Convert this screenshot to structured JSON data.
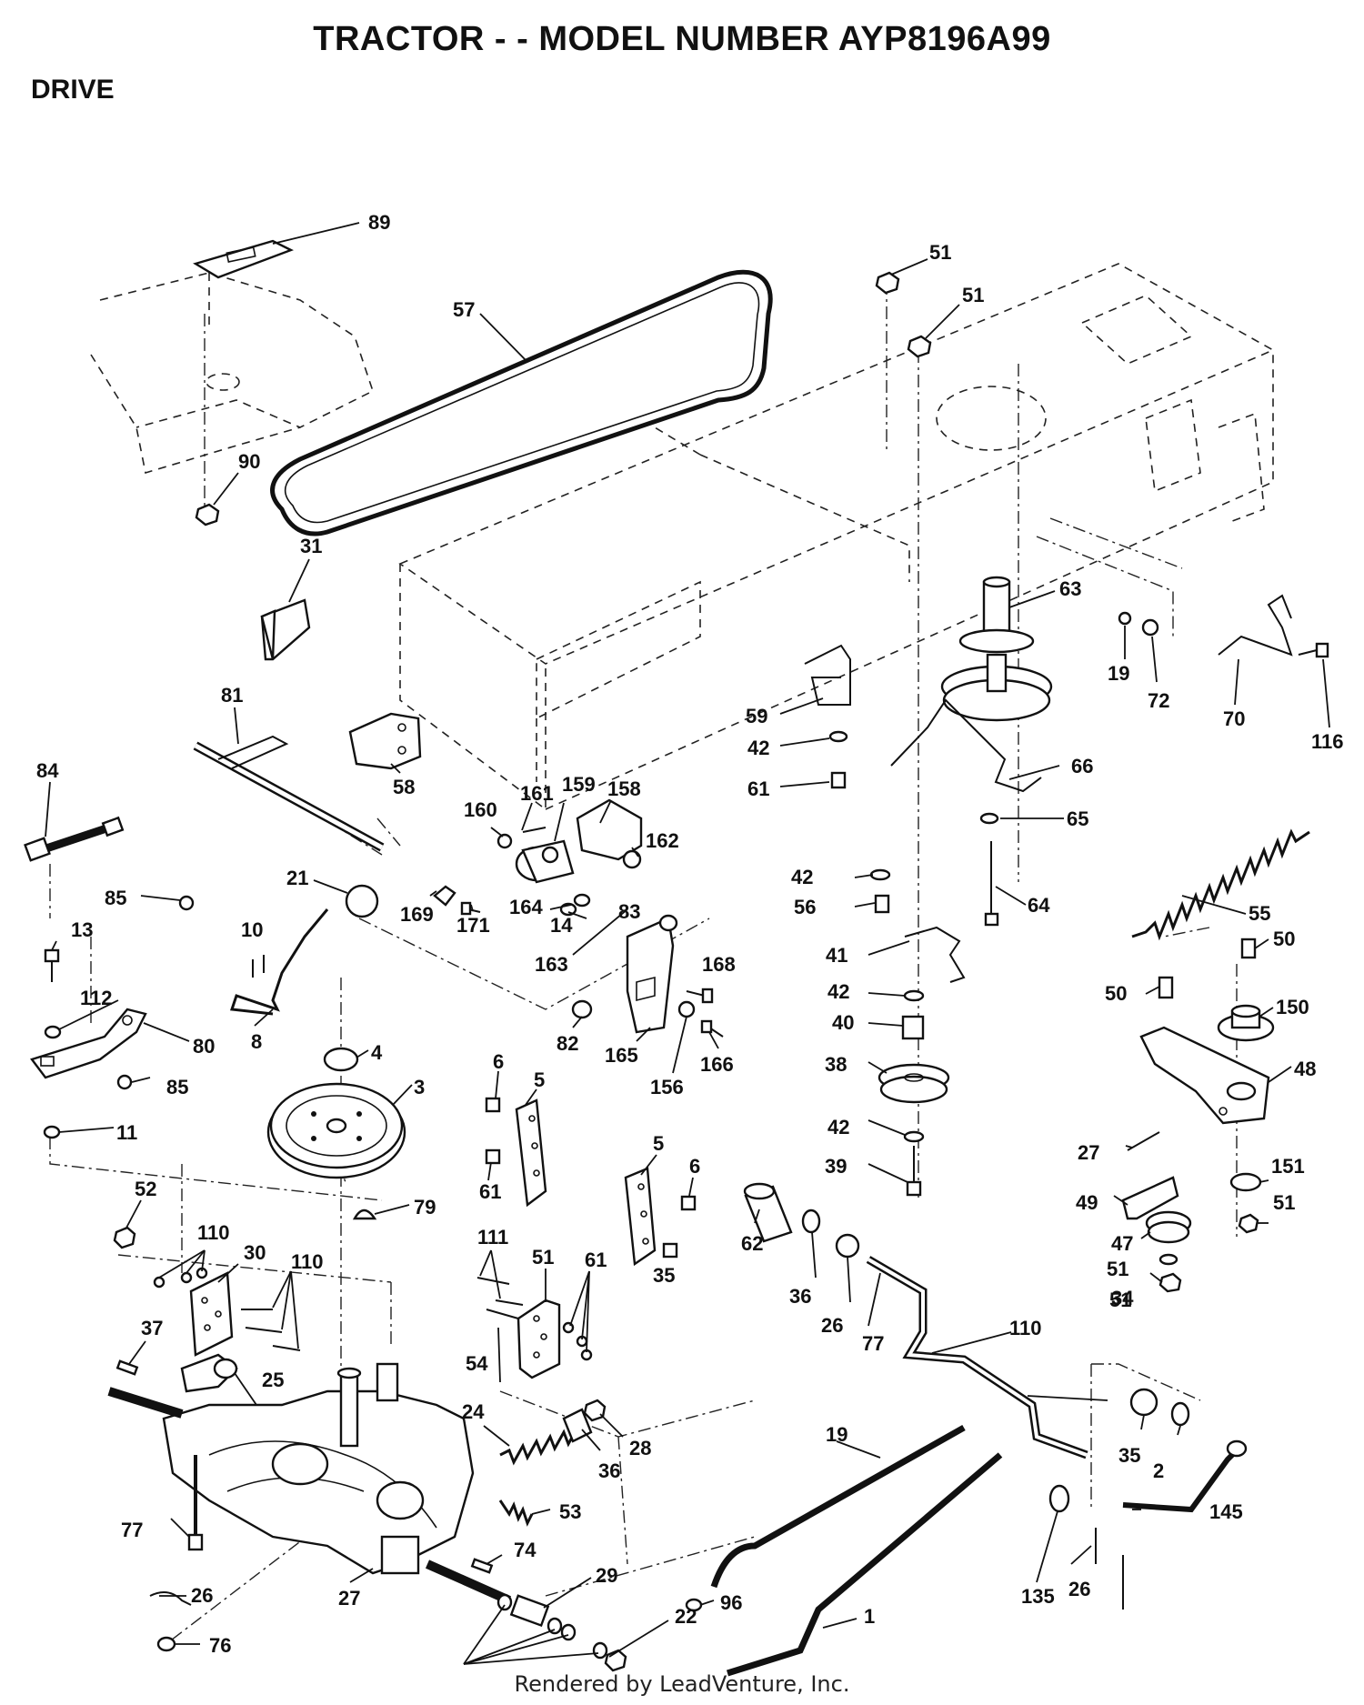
{
  "header": {
    "title": "TRACTOR - - MODEL NUMBER AYP8196A99",
    "section": "DRIVE"
  },
  "footer": {
    "credit": "Rendered by LeadVenture, Inc."
  },
  "callouts": [
    {
      "id": "c-89",
      "label": "89"
    },
    {
      "id": "c-57",
      "label": "57"
    },
    {
      "id": "c-51a",
      "label": "51"
    },
    {
      "id": "c-51b",
      "label": "51"
    },
    {
      "id": "c-90",
      "label": "90"
    },
    {
      "id": "c-31",
      "label": "31"
    },
    {
      "id": "c-63",
      "label": "63"
    },
    {
      "id": "c-19a",
      "label": "19"
    },
    {
      "id": "c-72",
      "label": "72"
    },
    {
      "id": "c-70",
      "label": "70"
    },
    {
      "id": "c-116",
      "label": "116"
    },
    {
      "id": "c-81",
      "label": "81"
    },
    {
      "id": "c-58",
      "label": "58"
    },
    {
      "id": "c-59",
      "label": "59"
    },
    {
      "id": "c-42a",
      "label": "42"
    },
    {
      "id": "c-61a",
      "label": "61"
    },
    {
      "id": "c-66",
      "label": "66"
    },
    {
      "id": "c-84",
      "label": "84"
    },
    {
      "id": "c-161",
      "label": "161"
    },
    {
      "id": "c-159",
      "label": "159"
    },
    {
      "id": "c-158",
      "label": "158"
    },
    {
      "id": "c-160",
      "label": "160"
    },
    {
      "id": "c-162",
      "label": "162"
    },
    {
      "id": "c-65",
      "label": "65"
    },
    {
      "id": "c-55",
      "label": "55"
    },
    {
      "id": "c-85a",
      "label": "85"
    },
    {
      "id": "c-21",
      "label": "21"
    },
    {
      "id": "c-169",
      "label": "169"
    },
    {
      "id": "c-171",
      "label": "171"
    },
    {
      "id": "c-164",
      "label": "164"
    },
    {
      "id": "c-14",
      "label": "14"
    },
    {
      "id": "c-83",
      "label": "83"
    },
    {
      "id": "c-42b",
      "label": "42"
    },
    {
      "id": "c-64",
      "label": "64"
    },
    {
      "id": "c-56",
      "label": "56"
    },
    {
      "id": "c-13",
      "label": "13"
    },
    {
      "id": "c-10",
      "label": "10"
    },
    {
      "id": "c-163",
      "label": "163"
    },
    {
      "id": "c-41",
      "label": "41"
    },
    {
      "id": "c-168",
      "label": "168"
    },
    {
      "id": "c-50a",
      "label": "50"
    },
    {
      "id": "c-50b",
      "label": "50"
    },
    {
      "id": "c-150",
      "label": "150"
    },
    {
      "id": "c-112",
      "label": "112"
    },
    {
      "id": "c-42c",
      "label": "42"
    },
    {
      "id": "c-40",
      "label": "40"
    },
    {
      "id": "c-8",
      "label": "8"
    },
    {
      "id": "c-80",
      "label": "80"
    },
    {
      "id": "c-82",
      "label": "82"
    },
    {
      "id": "c-165",
      "label": "165"
    },
    {
      "id": "c-156",
      "label": "156"
    },
    {
      "id": "c-166",
      "label": "166"
    },
    {
      "id": "c-4",
      "label": "4"
    },
    {
      "id": "c-38",
      "label": "38"
    },
    {
      "id": "c-48",
      "label": "48"
    },
    {
      "id": "c-85b",
      "label": "85"
    },
    {
      "id": "c-3",
      "label": "3"
    },
    {
      "id": "c-6a",
      "label": "6"
    },
    {
      "id": "c-5a",
      "label": "5"
    },
    {
      "id": "c-11",
      "label": "11"
    },
    {
      "id": "c-42d",
      "label": "42"
    },
    {
      "id": "c-27a",
      "label": "27"
    },
    {
      "id": "c-61b",
      "label": "61"
    },
    {
      "id": "c-5b",
      "label": "5"
    },
    {
      "id": "c-6b",
      "label": "6"
    },
    {
      "id": "c-39",
      "label": "39"
    },
    {
      "id": "c-151",
      "label": "151"
    },
    {
      "id": "c-52",
      "label": "52"
    },
    {
      "id": "c-79",
      "label": "79"
    },
    {
      "id": "c-49",
      "label": "49"
    },
    {
      "id": "c-51c",
      "label": "51"
    },
    {
      "id": "c-62",
      "label": "62"
    },
    {
      "id": "c-47",
      "label": "47"
    },
    {
      "id": "c-51d",
      "label": "51"
    },
    {
      "id": "c-30",
      "label": "30"
    },
    {
      "id": "c-110a",
      "label": "110"
    },
    {
      "id": "c-110b",
      "label": "110"
    },
    {
      "id": "c-111",
      "label": "111"
    },
    {
      "id": "c-51e",
      "label": "51"
    },
    {
      "id": "c-61c",
      "label": "61"
    },
    {
      "id": "c-35a",
      "label": "35"
    },
    {
      "id": "c-36a",
      "label": "36"
    },
    {
      "id": "c-26a",
      "label": "26"
    },
    {
      "id": "c-51f",
      "label": "51"
    },
    {
      "id": "c-34",
      "label": "34"
    },
    {
      "id": "c-77a",
      "label": "77"
    },
    {
      "id": "c-37",
      "label": "37"
    },
    {
      "id": "c-110c",
      "label": "110"
    },
    {
      "id": "c-54",
      "label": "54"
    },
    {
      "id": "c-25",
      "label": "25"
    },
    {
      "id": "c-24",
      "label": "24"
    },
    {
      "id": "c-28",
      "label": "28"
    },
    {
      "id": "c-19b",
      "label": "19"
    },
    {
      "id": "c-36b",
      "label": "36"
    },
    {
      "id": "c-35b",
      "label": "35"
    },
    {
      "id": "c-2",
      "label": "2"
    },
    {
      "id": "c-53",
      "label": "53"
    },
    {
      "id": "c-145",
      "label": "145"
    },
    {
      "id": "c-77b",
      "label": "77"
    },
    {
      "id": "c-74",
      "label": "74"
    },
    {
      "id": "c-29",
      "label": "29"
    },
    {
      "id": "c-96",
      "label": "96"
    },
    {
      "id": "c-26b",
      "label": "26"
    },
    {
      "id": "c-76",
      "label": "76"
    },
    {
      "id": "c-22",
      "label": "22"
    },
    {
      "id": "c-1",
      "label": "1"
    },
    {
      "id": "c-27b",
      "label": "27"
    },
    {
      "id": "c-26c",
      "label": "26"
    },
    {
      "id": "c-135",
      "label": "135"
    }
  ]
}
